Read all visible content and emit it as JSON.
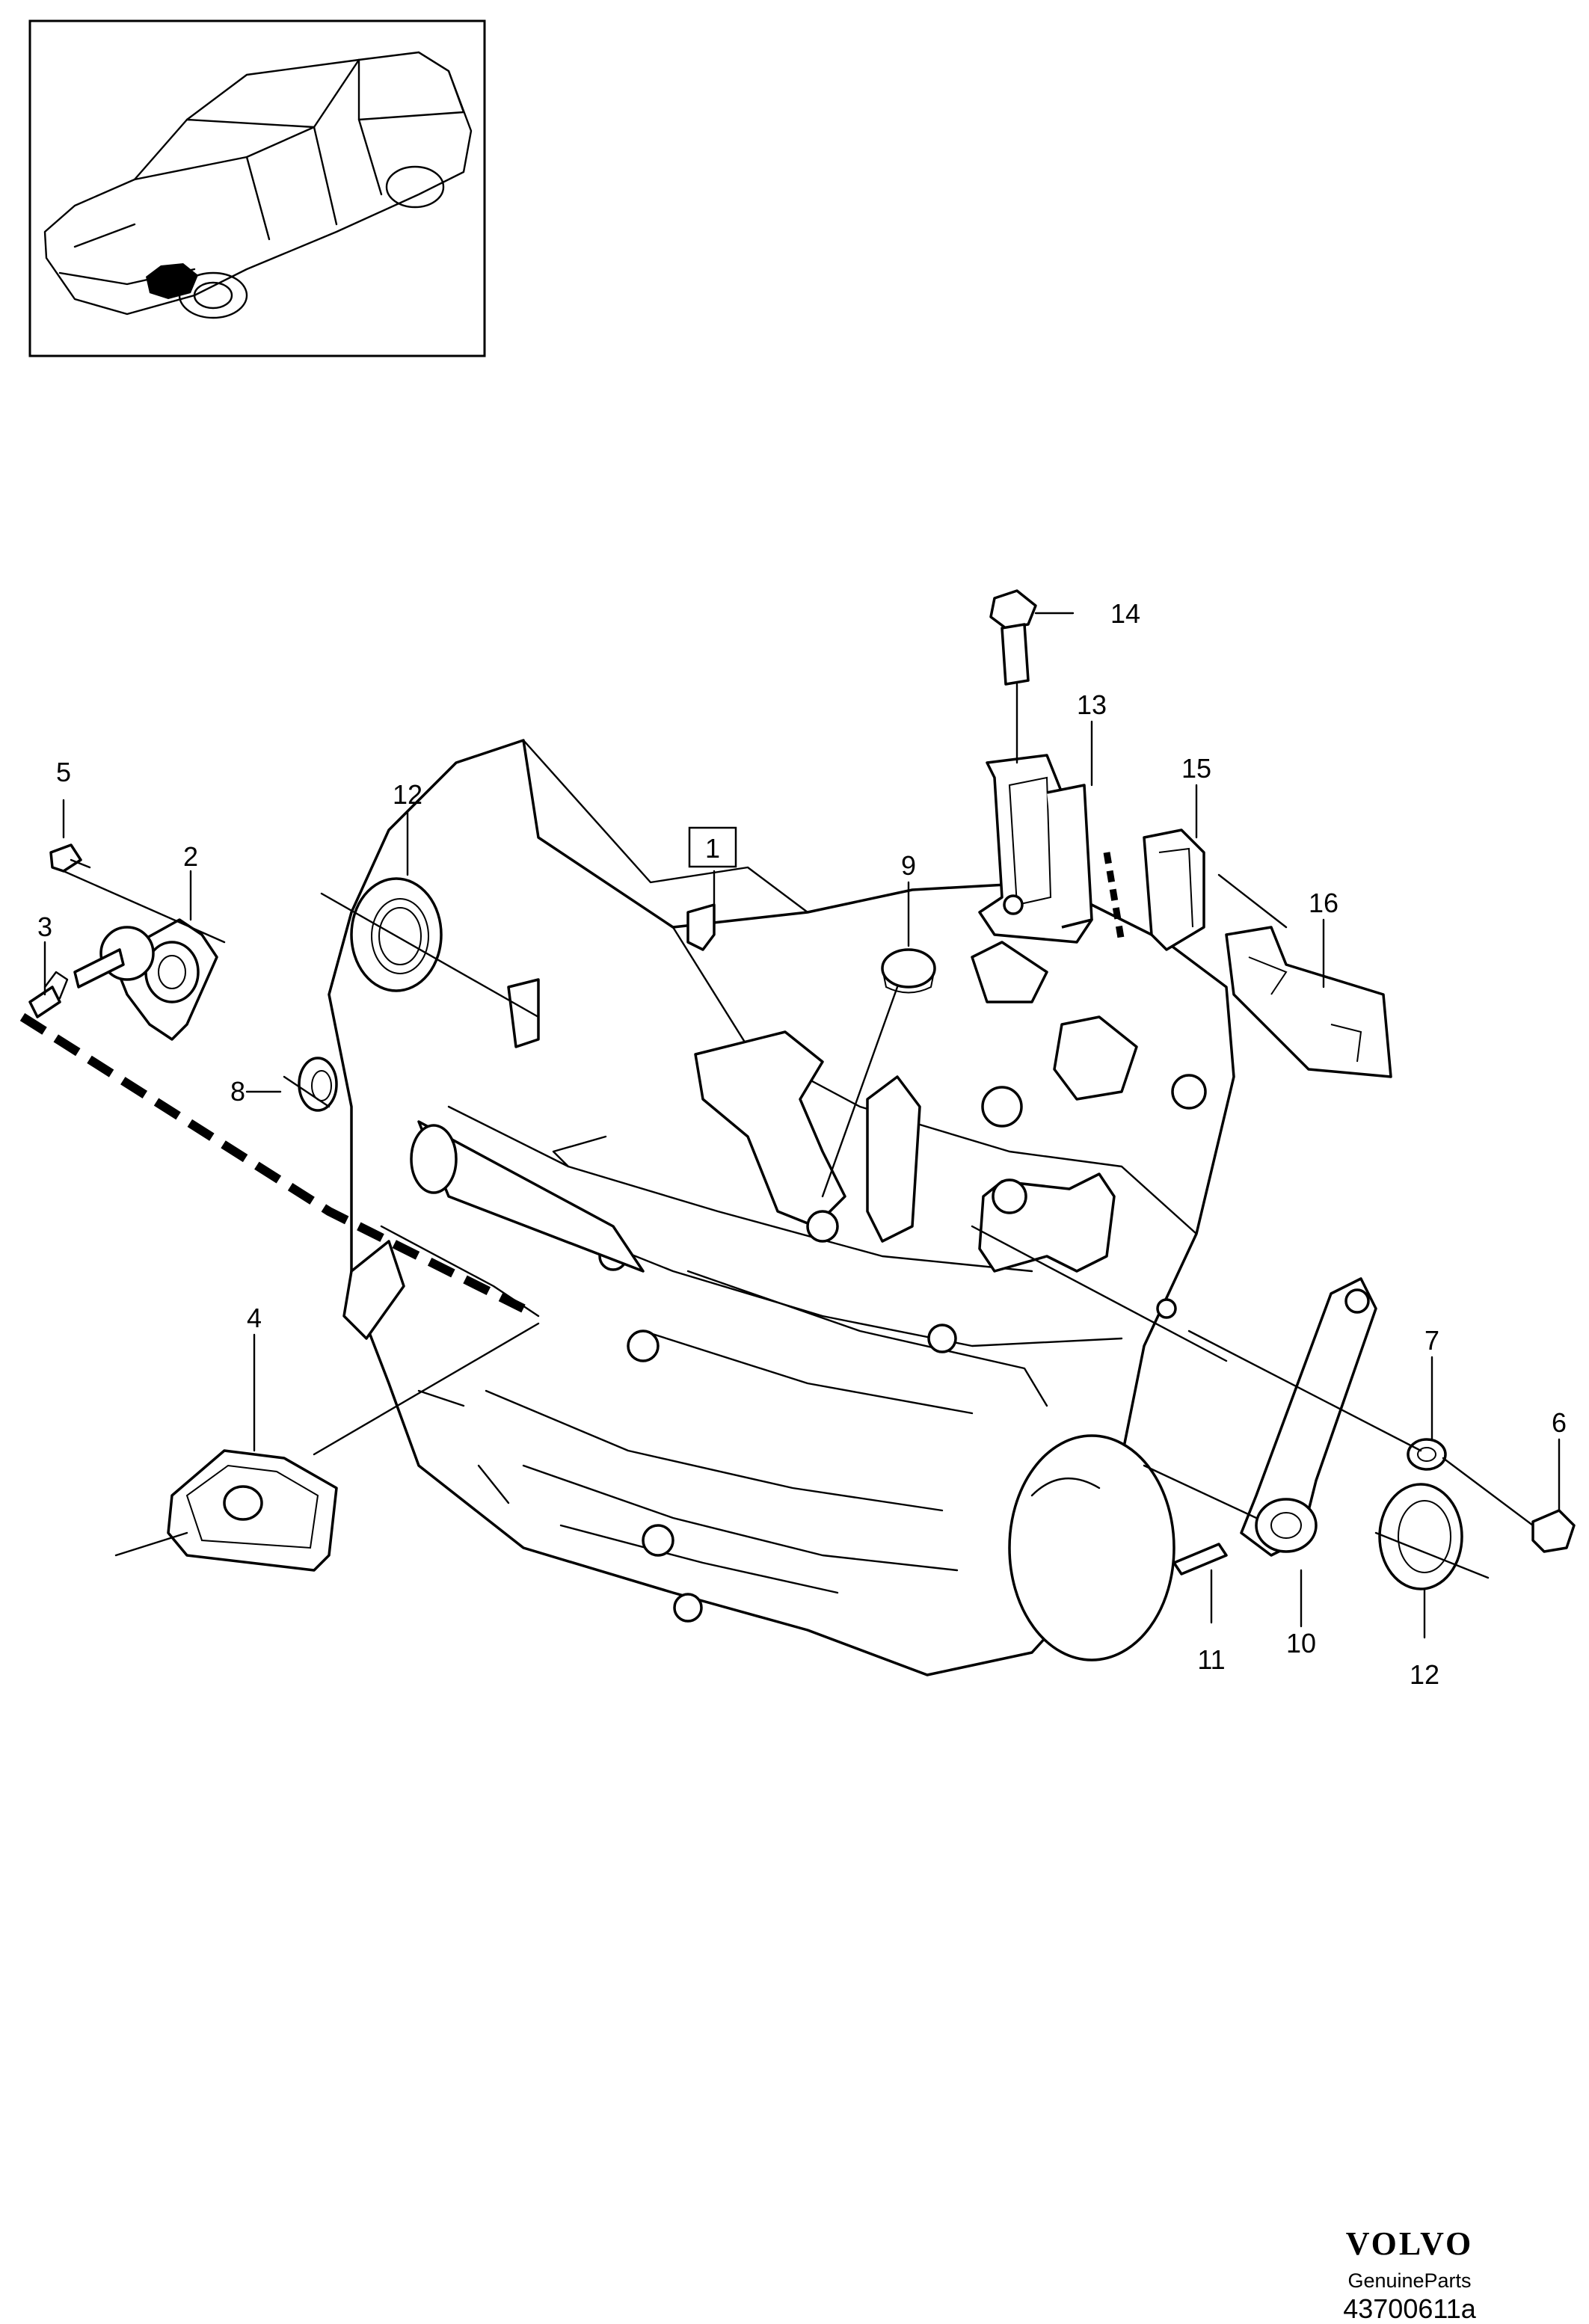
{
  "callouts": {
    "c1": "1",
    "c2": "2",
    "c3": "3",
    "c4": "4",
    "c5": "5",
    "c6": "6",
    "c7": "7",
    "c8": "8",
    "c9": "9",
    "c10": "10",
    "c11": "11",
    "c12a": "12",
    "c12b": "12",
    "c13": "13",
    "c14": "14",
    "c15": "15",
    "c16": "16"
  },
  "brand": {
    "logo": "VOLVO",
    "tagline": "GenuineParts",
    "diagram_code": "43700611a"
  }
}
